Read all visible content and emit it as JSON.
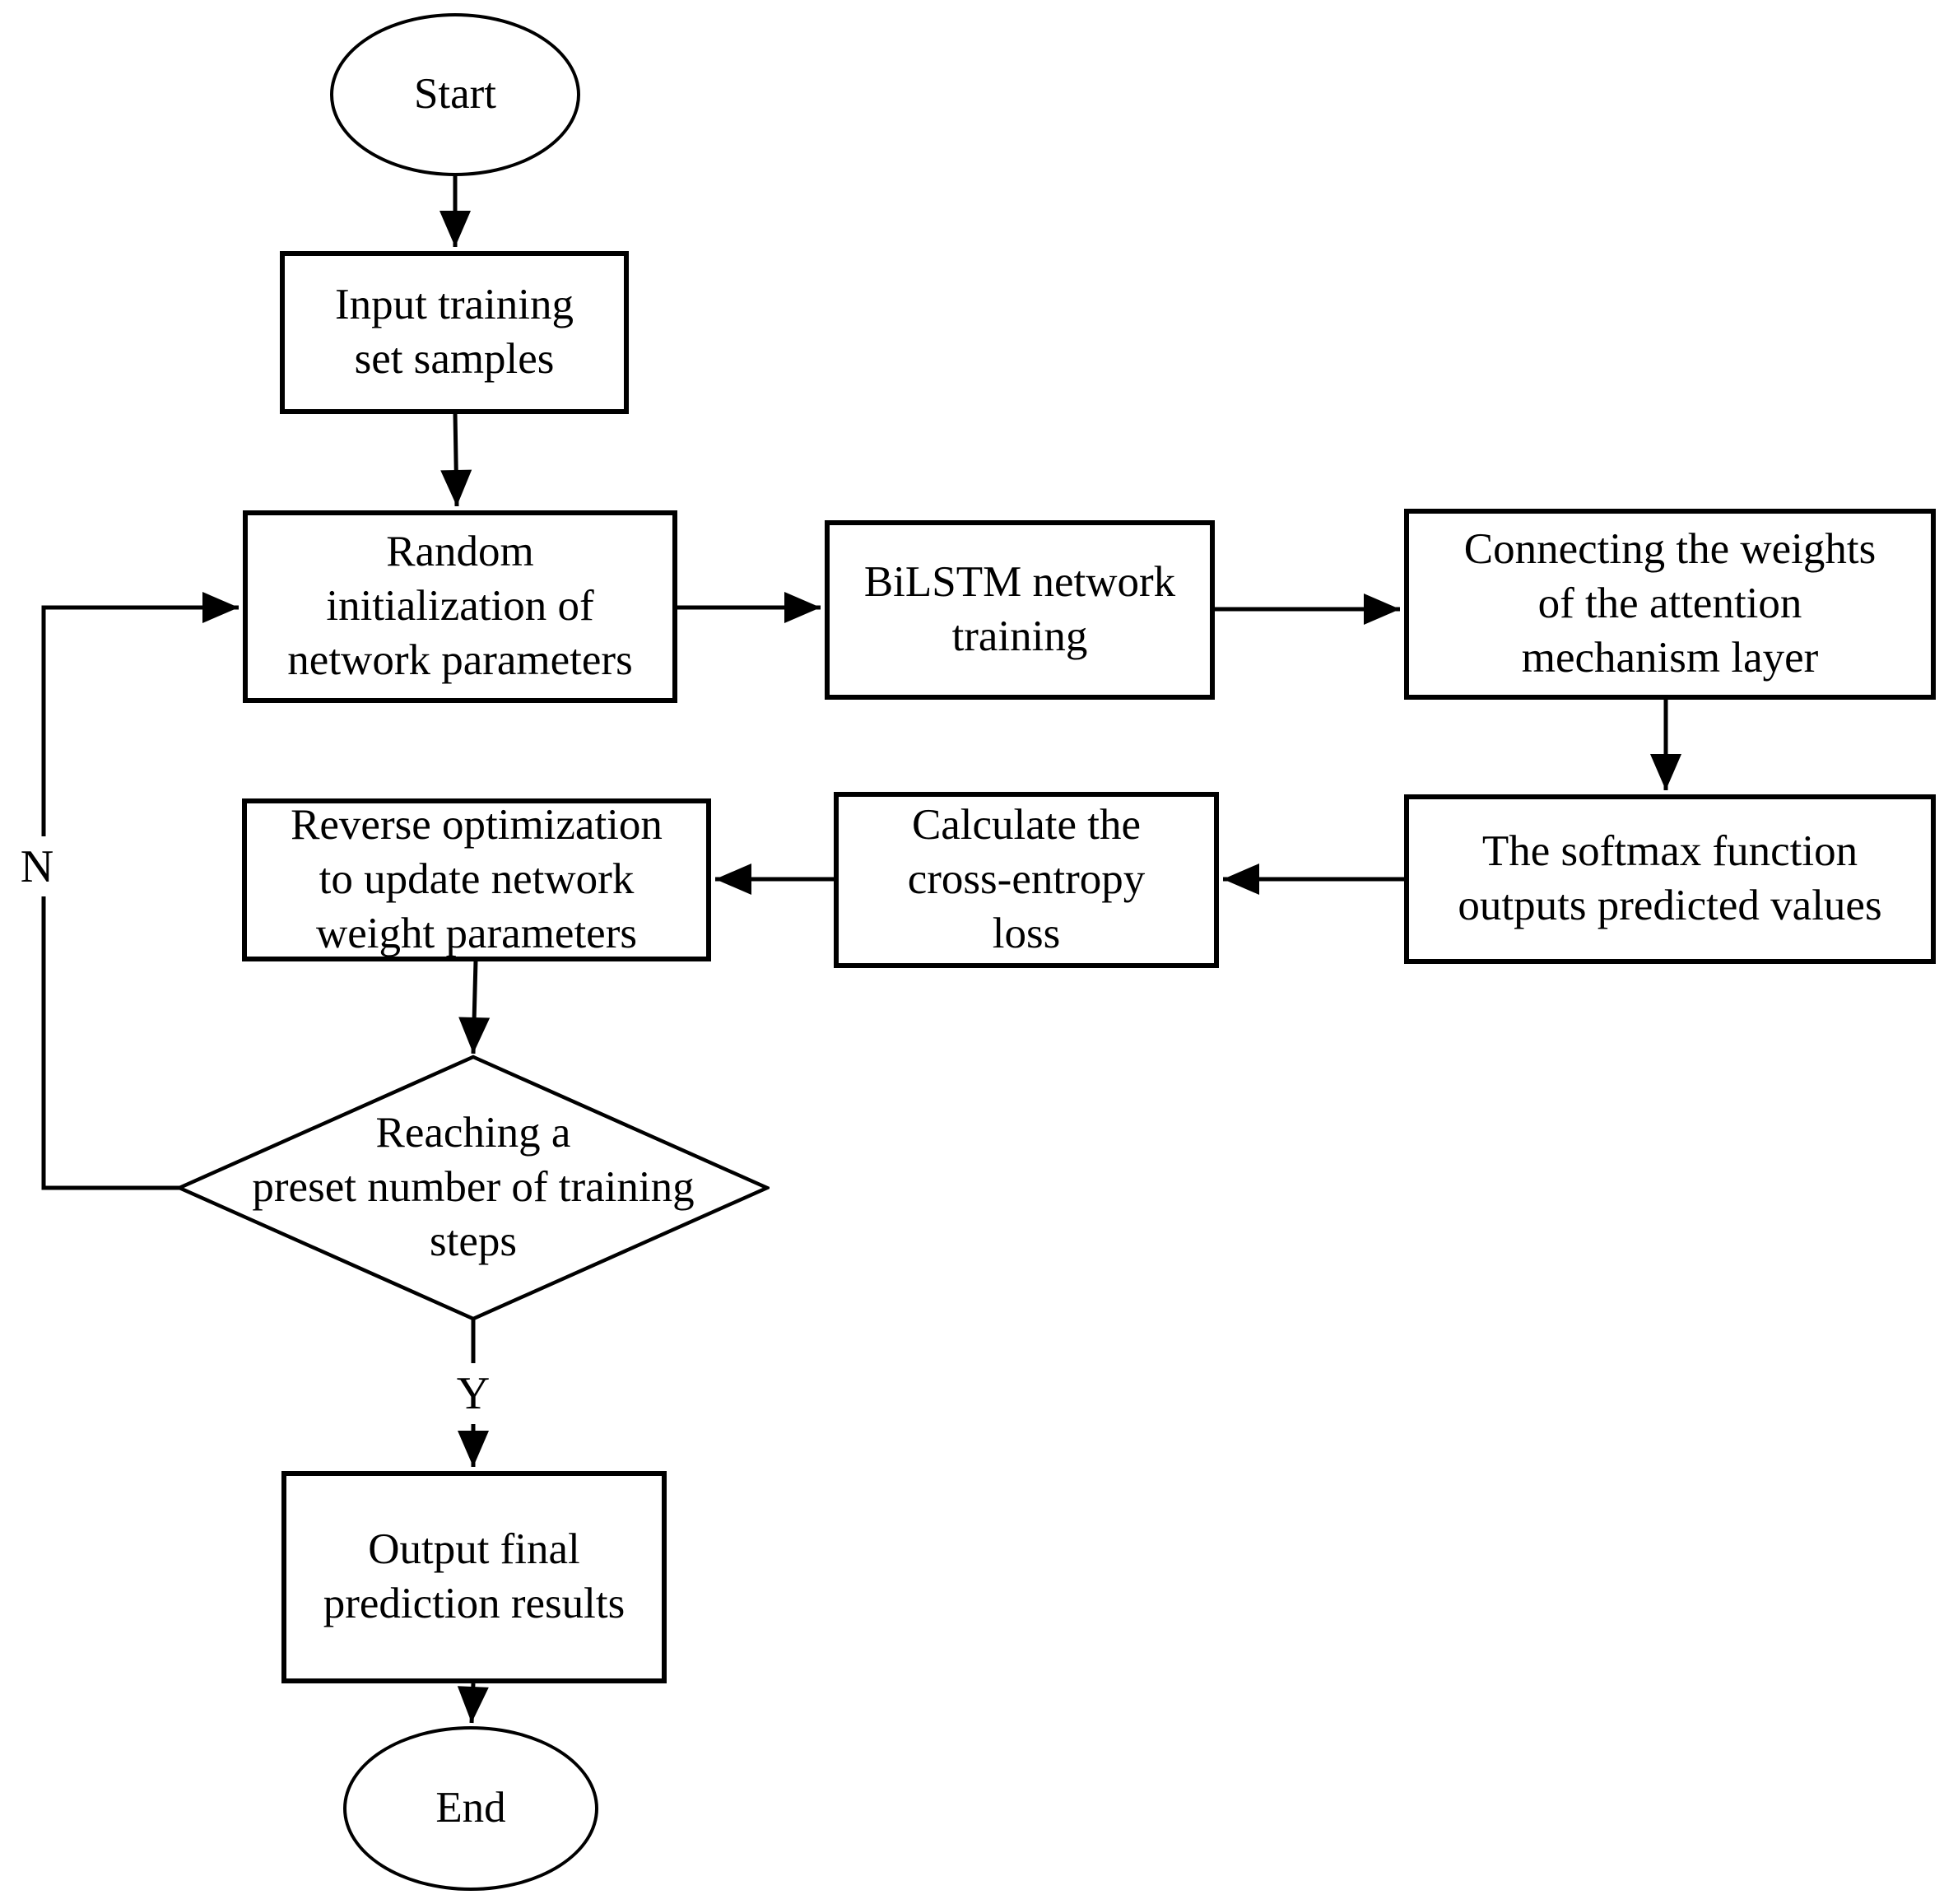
{
  "colors": {
    "stroke": "#000000",
    "background": "#ffffff",
    "text": "#000000"
  },
  "nodes": {
    "start": {
      "shape": "ellipse",
      "label": "Start"
    },
    "input": {
      "shape": "rect",
      "label": "Input training\nset samples"
    },
    "random_init": {
      "shape": "rect",
      "label": "Random\ninitialization of\nnetwork parameters"
    },
    "bilstm": {
      "shape": "rect",
      "label": "BiLSTM network\ntraining"
    },
    "attention": {
      "shape": "rect",
      "label": "Connecting the weights\nof the attention\nmechanism layer"
    },
    "softmax": {
      "shape": "rect",
      "label": "The softmax function\noutputs predicted values"
    },
    "cross_entropy": {
      "shape": "rect",
      "label": "Calculate the\ncross-entropy\nloss"
    },
    "reverse_opt": {
      "shape": "rect",
      "label": "Reverse optimization\nto update network\nweight parameters"
    },
    "decision": {
      "shape": "diamond",
      "label": "Reaching a\npreset number of training\nsteps"
    },
    "output": {
      "shape": "rect",
      "label": "Output final\nprediction results"
    },
    "end": {
      "shape": "ellipse",
      "label": "End"
    }
  },
  "edge_labels": {
    "no": "N",
    "yes": "Y"
  }
}
